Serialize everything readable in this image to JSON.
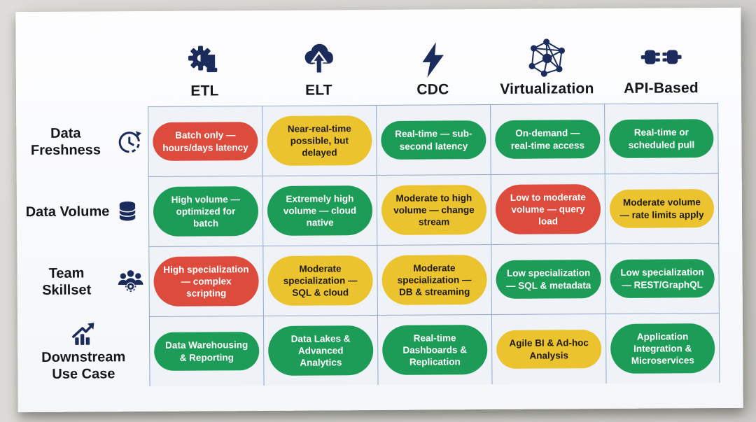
{
  "header": {
    "columns": [
      {
        "label": "ETL",
        "icon": "etl-gear-pipeline-icon"
      },
      {
        "label": "ELT",
        "icon": "elt-cloud-upload-icon"
      },
      {
        "label": "CDC",
        "icon": "cdc-lightning-icon"
      },
      {
        "label": "Virtualization",
        "icon": "virtualization-network-icon"
      },
      {
        "label": "API-Based",
        "icon": "api-plugs-icon"
      }
    ]
  },
  "rows": [
    {
      "label": "Data Freshness",
      "icon": "clock-history-icon",
      "icon_position": "right",
      "cells": [
        {
          "text": "Batch only — hours/days latency",
          "status": "red"
        },
        {
          "text": "Near-real-time possible, but delayed",
          "status": "yellow"
        },
        {
          "text": "Real-time — sub-second latency",
          "status": "green"
        },
        {
          "text": "On-demand — real-time access",
          "status": "green"
        },
        {
          "text": "Real-time or scheduled pull",
          "status": "green"
        }
      ]
    },
    {
      "label": "Data Volume",
      "icon": "database-icon",
      "icon_position": "right",
      "cells": [
        {
          "text": "High volume — optimized for batch",
          "status": "green"
        },
        {
          "text": "Extremely high volume — cloud native",
          "status": "green"
        },
        {
          "text": "Moderate to high volume — change stream",
          "status": "yellow"
        },
        {
          "text": "Low to moderate volume — query load",
          "status": "red"
        },
        {
          "text": "Moderate volume — rate limits apply",
          "status": "yellow"
        }
      ]
    },
    {
      "label": "Team Skillset",
      "icon": "team-gear-icon",
      "icon_position": "right",
      "cells": [
        {
          "text": "High specialization — complex scripting",
          "status": "red"
        },
        {
          "text": "Moderate specialization — SQL & cloud",
          "status": "yellow"
        },
        {
          "text": "Moderate specialization — DB & streaming",
          "status": "yellow"
        },
        {
          "text": "Low specialization — SQL & metadata",
          "status": "green"
        },
        {
          "text": "Low specialization — REST/GraphQL",
          "status": "green"
        }
      ]
    },
    {
      "label": "Downstream Use Case",
      "icon": "growth-chart-icon",
      "icon_position": "above",
      "cells": [
        {
          "text": "Data Warehousing & Reporting",
          "status": "green"
        },
        {
          "text": "Data Lakes & Advanced Analytics",
          "status": "green"
        },
        {
          "text": "Real-time Dashboards & Replication",
          "status": "green"
        },
        {
          "text": "Agile BI & Ad-hoc Analysis",
          "status": "yellow"
        },
        {
          "text": "Application Integration & Microservices",
          "status": "green"
        }
      ]
    }
  ],
  "colors": {
    "red": "#DC4B3C",
    "yellow": "#EBC32F",
    "green": "#1D9C57",
    "navy": "#1B2B5C",
    "grid_line": "#8FA9C9",
    "cell_background": "#EFF2F7",
    "card_background": "#FDFDFE",
    "page_background": "#D7D6D2",
    "pill_text_on_red_green": "#FFFFFF",
    "pill_text_on_yellow": "#1F1A05"
  }
}
